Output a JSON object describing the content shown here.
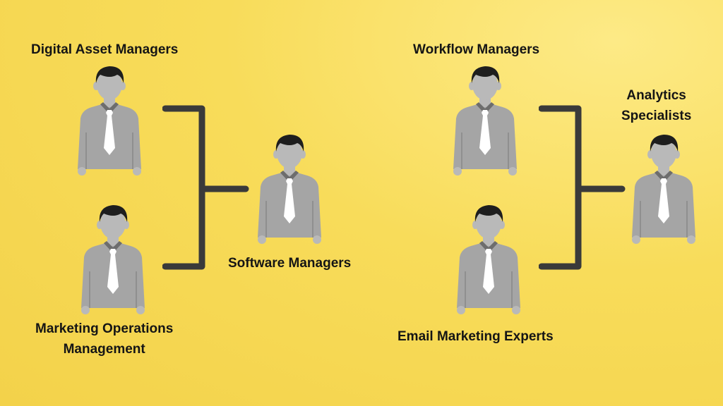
{
  "groups": [
    {
      "members": [
        {
          "label_lines": [
            "Digital Asset Managers"
          ]
        },
        {
          "label_lines": [
            "Marketing Operations",
            "Management"
          ]
        }
      ],
      "lead": {
        "label_lines": [
          "Software Managers"
        ]
      }
    },
    {
      "members": [
        {
          "label_lines": [
            "Workflow Managers"
          ]
        },
        {
          "label_lines": [
            "Email Marketing Experts"
          ]
        }
      ],
      "lead": {
        "label_lines": [
          "Analytics",
          "Specialists"
        ]
      }
    }
  ],
  "colors": {
    "background": "#f6d850",
    "text": "#151515",
    "connector": "#3a3a3a",
    "shirt": "#a5a5a5",
    "skin": "#b9b9b9",
    "hair": "#1e1e1e",
    "tie": "#ffffff",
    "collar": "#6d6d6d"
  },
  "icon": "person-icon"
}
